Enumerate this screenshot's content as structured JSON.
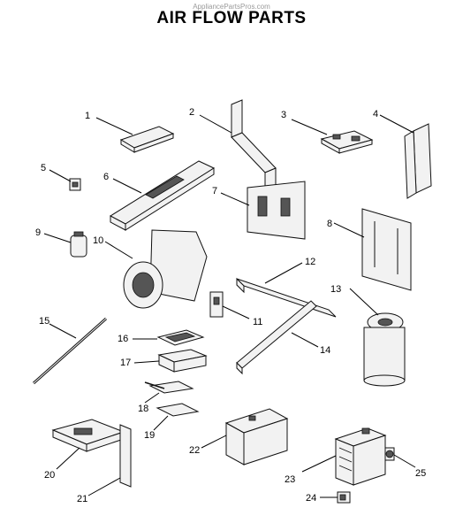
{
  "header": {
    "watermark": "AppliancePartsPros.com",
    "title": "AIR FLOW PARTS"
  },
  "callouts": [
    {
      "key": "1",
      "label": "1"
    },
    {
      "key": "2",
      "label": "2"
    },
    {
      "key": "3",
      "label": "3"
    },
    {
      "key": "4",
      "label": "4"
    },
    {
      "key": "5",
      "label": "5"
    },
    {
      "key": "6",
      "label": "6"
    },
    {
      "key": "7",
      "label": "7"
    },
    {
      "key": "8",
      "label": "8"
    },
    {
      "key": "9",
      "label": "9"
    },
    {
      "key": "10",
      "label": "10"
    },
    {
      "key": "11",
      "label": "11"
    },
    {
      "key": "12",
      "label": "12"
    },
    {
      "key": "13",
      "label": "13"
    },
    {
      "key": "14",
      "label": "14"
    },
    {
      "key": "15",
      "label": "15"
    },
    {
      "key": "16",
      "label": "16"
    },
    {
      "key": "17",
      "label": "17"
    },
    {
      "key": "18",
      "label": "18"
    },
    {
      "key": "19",
      "label": "19"
    },
    {
      "key": "20",
      "label": "20"
    },
    {
      "key": "21",
      "label": "21"
    },
    {
      "key": "22",
      "label": "22"
    },
    {
      "key": "23",
      "label": "23"
    },
    {
      "key": "24",
      "label": "24"
    },
    {
      "key": "25",
      "label": "25"
    }
  ]
}
